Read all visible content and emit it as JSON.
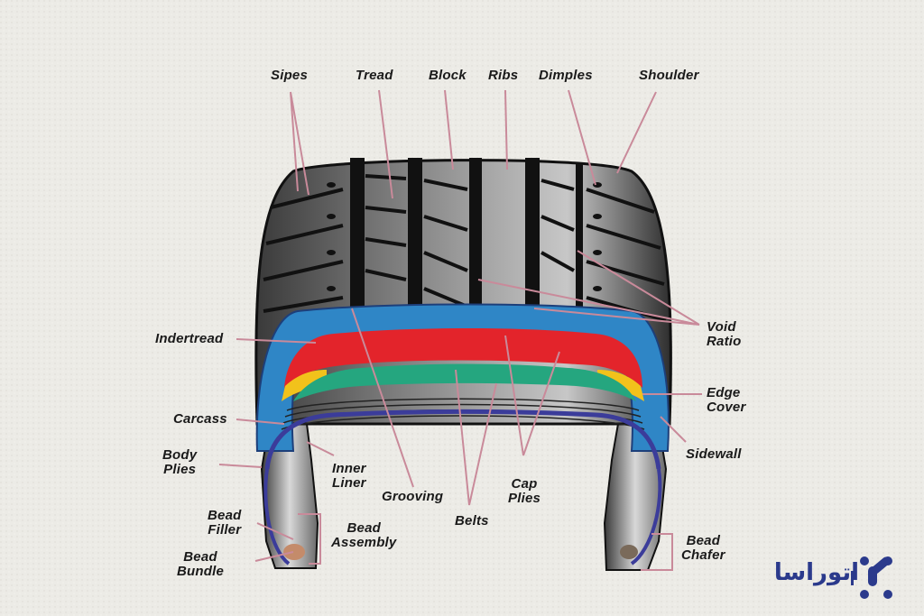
{
  "diagram": {
    "title": "Tire cross-section anatomy",
    "colors": {
      "tread": "#2a2a2a",
      "undertread": "#2f86c6",
      "cap_plies": "#e3242b",
      "belts": "#25a67f",
      "edge_cover": "#f2c21b",
      "inner_liner": "#3b3c9a",
      "leader_line": "#c98a9a",
      "brand": "#2b3a8c"
    },
    "labels": {
      "sipes": "Sipes",
      "tread": "Tread",
      "block": "Block",
      "ribs": "Ribs",
      "dimples": "Dimples",
      "shoulder": "Shoulder",
      "void_ratio": [
        "Void",
        "Ratio"
      ],
      "indertread": "Indertread",
      "edge_cover": [
        "Edge",
        "Cover"
      ],
      "carcass": "Carcass",
      "sidewall": "Sidewall",
      "body_plies": [
        "Body",
        "Plies"
      ],
      "inner_liner": [
        "Inner",
        "Liner"
      ],
      "grooving": "Grooving",
      "cap_plies": [
        "Cap",
        "Plies"
      ],
      "belts": "Belts",
      "bead_filler": [
        "Bead",
        "Filler"
      ],
      "bead_assembly": [
        "Bead",
        "Assembly"
      ],
      "bead_bundle": [
        "Bead",
        "Bundle"
      ],
      "bead_chafer": [
        "Bead",
        "Chafer"
      ]
    }
  },
  "logo": {
    "text": "اتوراسا",
    "icon": "molecule-dots-icon"
  }
}
